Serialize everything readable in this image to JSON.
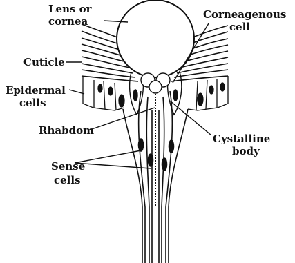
{
  "labels": {
    "lens_line1": "Lens or",
    "lens_line2": "cornea",
    "cornea_line1": "Corneagenous",
    "cornea_line2": "cell",
    "cuticle": "Cuticle",
    "epi_line1": "Epidermal",
    "epi_line2": "cells",
    "rhabdom": "Rhabdom",
    "cryst_line1": "Cystalline",
    "cryst_line2": "body",
    "sense_line1": "Sense",
    "sense_line2": "cells"
  },
  "colors": {
    "ink": "#111111",
    "paper": "#ffffff"
  }
}
